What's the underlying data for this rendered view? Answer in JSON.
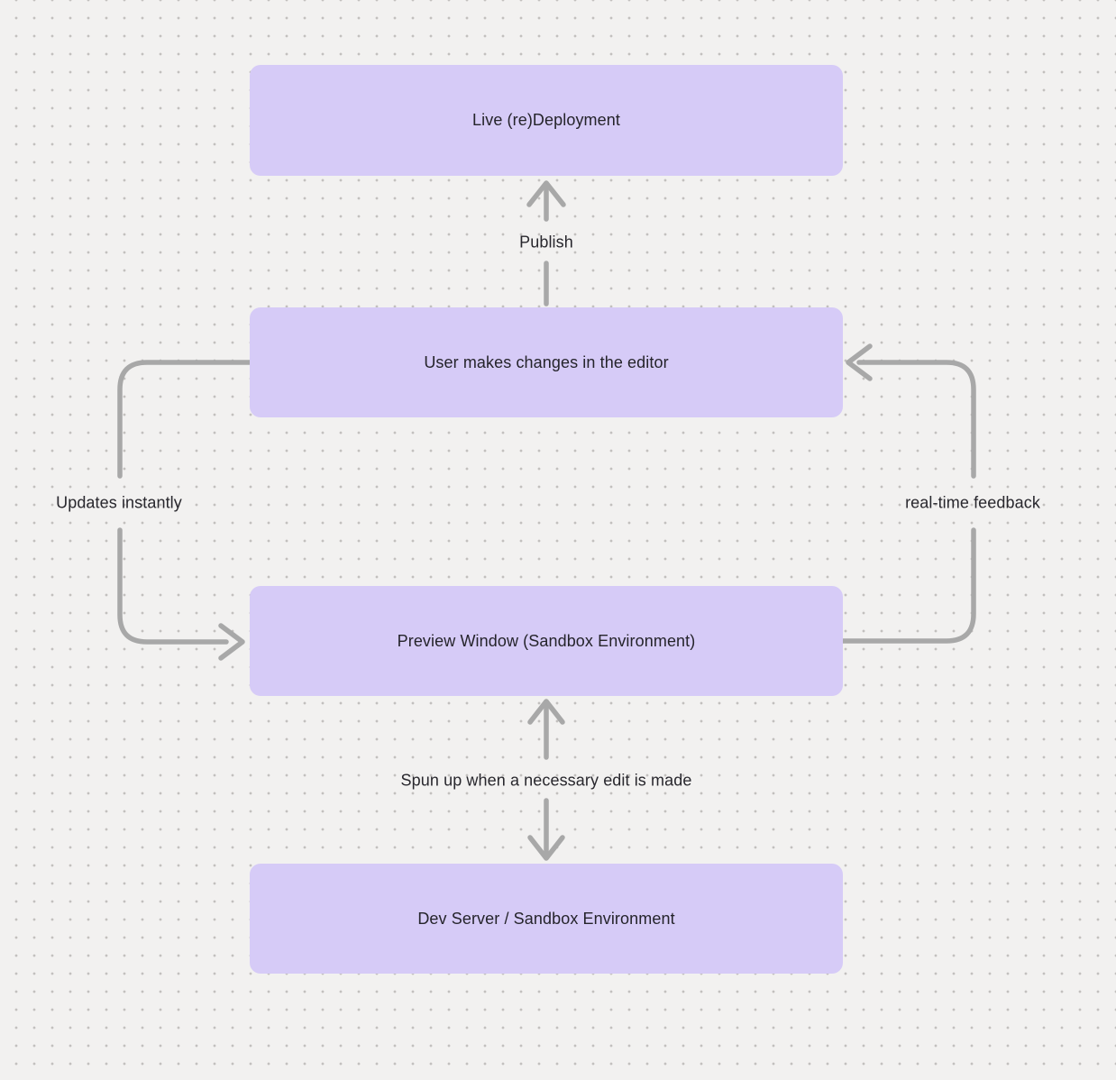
{
  "diagram": {
    "title": "editor-deployment-flow",
    "nodes": [
      {
        "id": "live-deployment",
        "label": "Live (re)Deployment"
      },
      {
        "id": "editor-changes",
        "label": "User makes changes in the editor"
      },
      {
        "id": "preview-window",
        "label": "Preview Window (Sandbox Environment)"
      },
      {
        "id": "dev-server",
        "label": "Dev Server / Sandbox Environment"
      }
    ],
    "edges": [
      {
        "id": "publish",
        "label": "Publish",
        "from": "editor-changes",
        "to": "live-deployment",
        "direction": "up"
      },
      {
        "id": "updates-instantly",
        "label": "Updates instantly",
        "from": "editor-changes",
        "to": "preview-window",
        "direction": "left-loop-down"
      },
      {
        "id": "real-time-feedback",
        "label": "real-time feedback",
        "from": "preview-window",
        "to": "editor-changes",
        "direction": "right-loop-up"
      },
      {
        "id": "spun-up",
        "label": "Spun up when a necessary edit is made",
        "from": "preview-window",
        "to": "dev-server",
        "direction": "bidirectional"
      }
    ],
    "colors": {
      "background": "#f2f1f0",
      "dot": "#c2c0be",
      "node_fill": "#d6cbf7",
      "node_text": "#25242b",
      "edge_stroke": "#a8a8a8",
      "edge_label_text": "#28272d"
    }
  }
}
